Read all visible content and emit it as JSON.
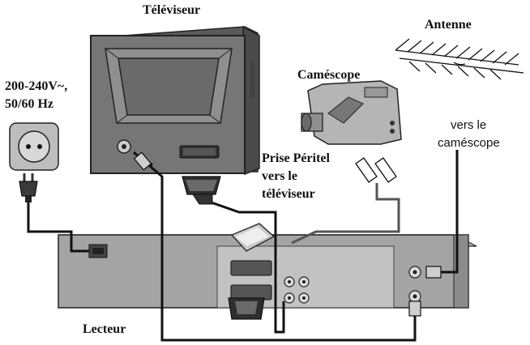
{
  "labels": {
    "tv": "Téléviseur",
    "antenna": "Antenne",
    "power_line1": "200-240V~,",
    "power_line2": "50/60 Hz",
    "camcorder": "Caméscope",
    "to_camcorder_line1": "vers le",
    "to_camcorder_line2": "caméscope",
    "scart_line1": "Prise Péritel",
    "scart_line2": "vers le",
    "scart_line3": "téléviseur",
    "player": "Lecteur"
  },
  "colors": {
    "tv_body": "#6e6e6e",
    "tv_screen": "#8a8a8a",
    "vcr_body": "#a9a9a9",
    "cable": "#111111",
    "camcorder_body": "#b5b5b5"
  },
  "icons": {
    "tv": "television-icon",
    "antenna": "antenna-icon",
    "socket": "wall-socket-icon",
    "plug": "power-plug-icon",
    "camcorder": "camcorder-icon",
    "vcr": "video-player-icon"
  }
}
